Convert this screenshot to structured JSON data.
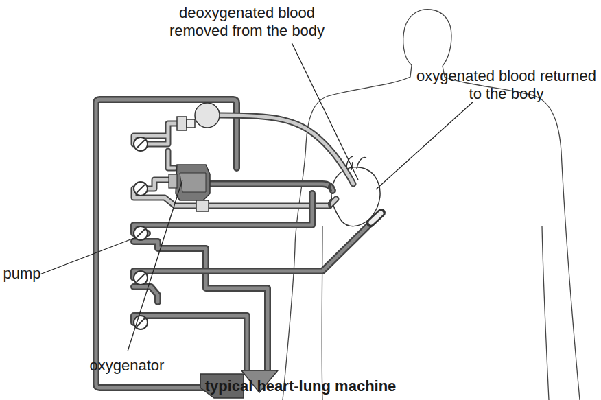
{
  "diagram": {
    "caption": "typical heart-lung machine",
    "labels": [
      "deoxygenated blood removed from the body",
      "oxygenated blood returned to the body",
      "pump",
      "oxygenator"
    ]
  }
}
